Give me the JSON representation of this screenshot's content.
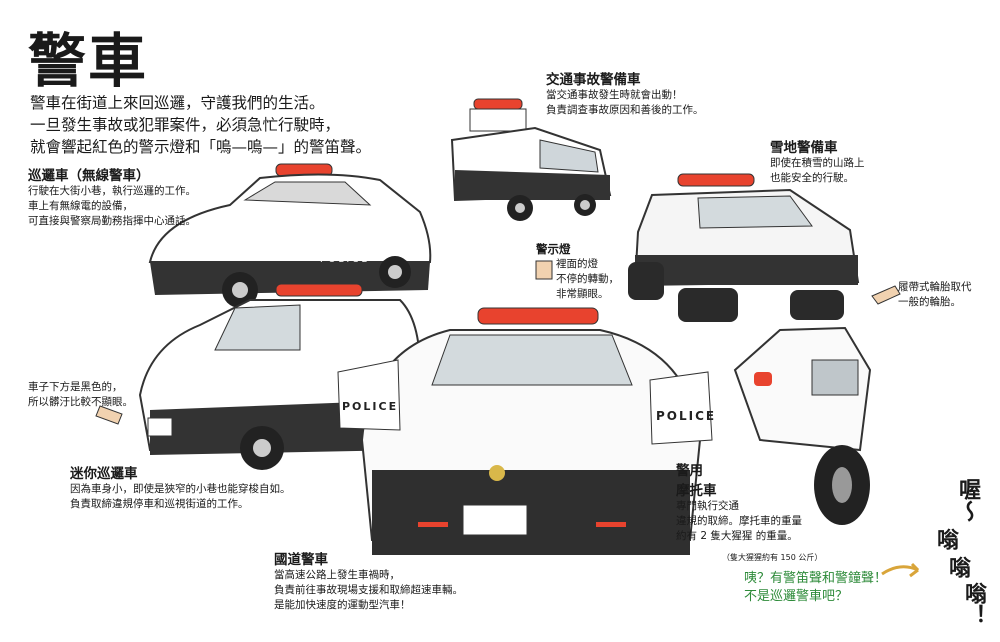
{
  "title": "警車",
  "intro": [
    "警車在街道上來回巡邏，守護我們的生活。",
    "一旦發生事故或犯罪案件，必須急忙行駛時，",
    "就會響起紅色的警示燈和「嗚—嗚—」的警笛聲。"
  ],
  "patrol": {
    "heading": "巡邏車（無線警車）",
    "lines": [
      "行駛在大街小巷，執行巡邏的工作。",
      "車上有無線電的設備，",
      "可直接與警察局勤務指揮中心通話。"
    ]
  },
  "traffic": {
    "heading": "交通事故警備車",
    "lines": [
      "當交通事故發生時就會出動！",
      "負責調查事故原因和善後的工作。"
    ]
  },
  "snow": {
    "heading": "雪地警備車",
    "lines": [
      "即使在積雪的山路上",
      "也能安全的行駛。"
    ]
  },
  "light": {
    "heading": "警示燈",
    "lines": [
      "裡面的燈",
      "不停的轉動，",
      "非常顯眼。"
    ]
  },
  "track_note": [
    "履帶式輪胎取代",
    "一般的輪胎。"
  ],
  "under_note": [
    "車子下方是黑色的，",
    "所以髒汙比較不顯眼。"
  ],
  "mini": {
    "heading": "迷你巡邏車",
    "lines": [
      "因為車身小，即使是狹窄的小巷也能穿梭自如。",
      "負責取締違規停車和巡視街道的工作。"
    ]
  },
  "highway": {
    "heading": "國道警車",
    "lines": [
      "當高速公路上發生車禍時，",
      "負責前往事故現場支援和取締超速車輛。",
      "是能加快速度的運動型汽車！"
    ]
  },
  "motorbike": {
    "heading": [
      "警用",
      "摩托車"
    ],
    "lines": [
      "專門執行交通",
      "違規的取締。摩托車的重量",
      "約有 2 隻大猩猩      的重量。"
    ],
    "footnote": "（隻大猩猩約有 150 公斤）"
  },
  "question": [
    "咦？有警笛聲和警鐘聲！",
    "不是巡邏警車吧？"
  ],
  "shout": [
    "喔～",
    "嗡",
    "嗡",
    "嗡！"
  ],
  "police_text": "POLICE",
  "colors": {
    "siren": "#e8432e",
    "ink": "#1a1a1a",
    "green": "#2e8b3a",
    "body_dark": "#333333"
  }
}
